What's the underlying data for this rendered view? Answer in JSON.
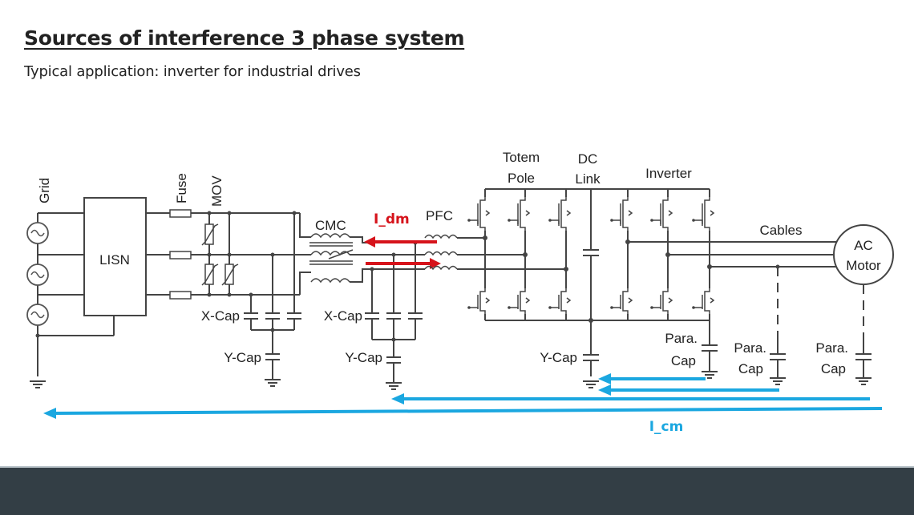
{
  "slide": {
    "title": "Sources of interference 3 phase system",
    "subtitle": "Typical application: inverter for industrial drives"
  },
  "diagram": {
    "labels": {
      "grid": "Grid",
      "lisn": "LISN",
      "fuse": "Fuse",
      "mov": "MOV",
      "cmc": "CMC",
      "i_dm": "I_dm",
      "pfc": "PFC",
      "totem_pole_1": "Totem",
      "totem_pole_2": "Pole",
      "dc_link_1": "DC",
      "dc_link_2": "Link",
      "inverter": "Inverter",
      "cables": "Cables",
      "ac_motor_1": "AC",
      "ac_motor_2": "Motor",
      "x_cap_1": "X-Cap",
      "y_cap_1": "Y-Cap",
      "x_cap_2": "X-Cap",
      "y_cap_2": "Y-Cap",
      "y_cap_3": "Y-Cap",
      "para_cap_1a": "Para.",
      "para_cap_1b": "Cap",
      "para_cap_2a": "Para.",
      "para_cap_2b": "Cap",
      "para_cap_3a": "Para.",
      "para_cap_3b": "Cap",
      "i_cm": "I_cm"
    },
    "colors": {
      "wire": "#444444",
      "differential_mode_current": "#d6131b",
      "common_mode_current": "#1ba7e0",
      "footer": "#333e45"
    }
  }
}
